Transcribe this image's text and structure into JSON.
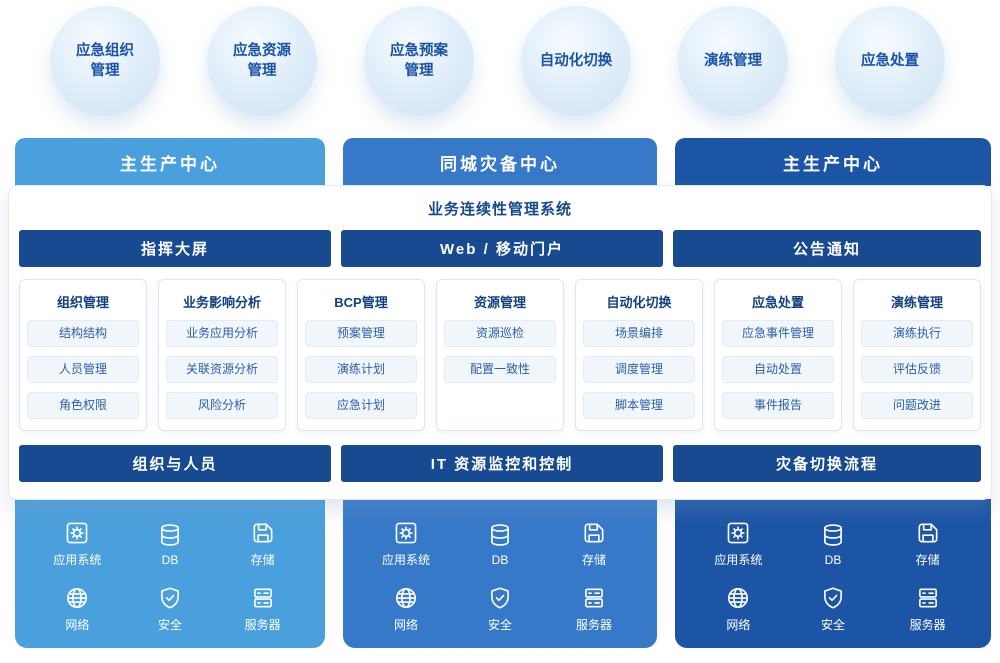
{
  "colors": {
    "light_blue": "#4aa0dc",
    "medium_blue": "#3779c9",
    "dark_blue": "#1c55a6",
    "bar_navy": "#174a91",
    "title_blue": "#17498f",
    "pill_bg": "#f1f6fb"
  },
  "bubbles": [
    {
      "label": "应急组织\n管理"
    },
    {
      "label": "应急资源\n管理"
    },
    {
      "label": "应急预案\n管理"
    },
    {
      "label": "自动化切换"
    },
    {
      "label": "演练管理"
    },
    {
      "label": "应急处置"
    }
  ],
  "centers": [
    {
      "label": "主生产中心"
    },
    {
      "label": "同城灾备中心"
    },
    {
      "label": "主生产中心"
    }
  ],
  "system": {
    "title": "业务连续性管理系统",
    "top_bars": [
      "指挥大屏",
      "Web / 移动门户",
      "公告通知"
    ],
    "cards": [
      {
        "title": "组织管理",
        "items": [
          "结构结构",
          "人员管理",
          "角色权限"
        ]
      },
      {
        "title": "业务影响分析",
        "items": [
          "业务应用分析",
          "关联资源分析",
          "风险分析"
        ]
      },
      {
        "title": "BCP管理",
        "items": [
          "预案管理",
          "演练计划",
          "应急计划"
        ]
      },
      {
        "title": "资源管理",
        "items": [
          "资源巡检",
          "配置一致性"
        ]
      },
      {
        "title": "自动化切换",
        "items": [
          "场景编排",
          "调度管理",
          "脚本管理"
        ]
      },
      {
        "title": "应急处置",
        "items": [
          "应急事件管理",
          "自动处置",
          "事件报告"
        ]
      },
      {
        "title": "演练管理",
        "items": [
          "演练执行",
          "评估反馈",
          "问题改进"
        ]
      }
    ],
    "bottom_bars": [
      "组织与人员",
      "IT 资源监控和控制",
      "灾备切换流程"
    ]
  },
  "infrastructure": {
    "items": [
      {
        "icon": "application-system-icon",
        "label": "应用系统"
      },
      {
        "icon": "database-icon",
        "label": "DB"
      },
      {
        "icon": "storage-icon",
        "label": "存储"
      },
      {
        "icon": "network-icon",
        "label": "网络"
      },
      {
        "icon": "shield-icon",
        "label": "安全"
      },
      {
        "icon": "server-icon",
        "label": "服务器"
      }
    ]
  }
}
